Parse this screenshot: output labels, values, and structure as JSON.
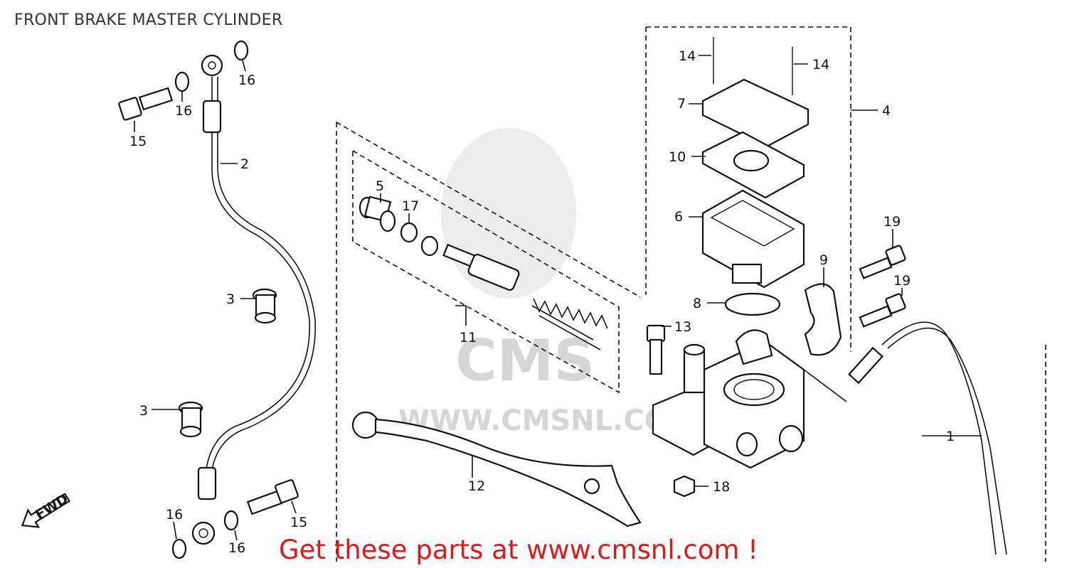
{
  "title": "FRONT BRAKE MASTER CYLINDER",
  "footer": "Get these parts at www.cmsnl.com !",
  "colors": {
    "footer": "#e01818",
    "line": "#111111",
    "watermark": "#d0d0d0"
  },
  "watermark": {
    "logo_text": "CMS",
    "url_text": "WWW.CMSNL.CO"
  },
  "fwd_label": "FWD",
  "callouts": {
    "c1": "1",
    "c2": "2",
    "c3a": "3",
    "c3b": "3",
    "c4": "4",
    "c5": "5",
    "c6": "6",
    "c7": "7",
    "c8": "8",
    "c9": "9",
    "c10": "10",
    "c11": "11",
    "c12": "12",
    "c13": "13",
    "c14a": "14",
    "c14b": "14",
    "c15a": "15",
    "c15b": "15",
    "c16a": "16",
    "c16b": "16",
    "c16c": "16",
    "c16d": "16",
    "c17": "17",
    "c18": "18",
    "c19a": "19",
    "c19b": "19"
  }
}
